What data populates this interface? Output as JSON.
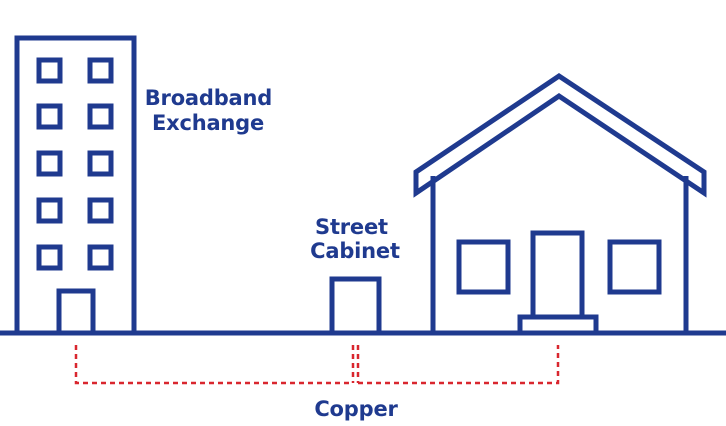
{
  "colors": {
    "outline": "#1f3a8f",
    "copper_line": "#d9262e",
    "background": "#ffffff"
  },
  "labels": {
    "exchange_line1": "Broadband",
    "exchange_line2": "Exchange",
    "cabinet_line1": "Street",
    "cabinet_line2": "Cabinet",
    "copper": "Copper"
  }
}
